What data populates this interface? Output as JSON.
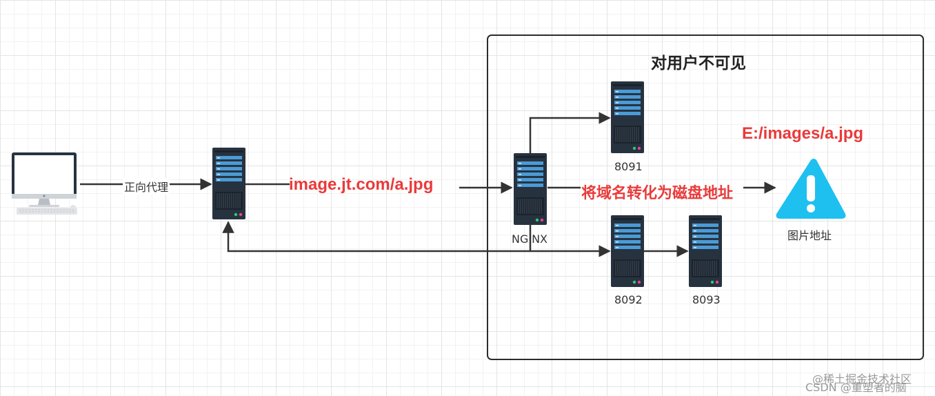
{
  "nodes": {
    "client": {
      "icon": "desktop-computer-icon"
    },
    "proxy": {
      "icon": "server-icon"
    },
    "nginx": {
      "icon": "server-icon",
      "label": "NGINX"
    },
    "s8091": {
      "icon": "server-icon",
      "label": "8091"
    },
    "s8092": {
      "icon": "server-icon",
      "label": "8092"
    },
    "s8093": {
      "icon": "server-icon",
      "label": "8093"
    },
    "image": {
      "icon": "warning-icon",
      "label": "图片地址"
    }
  },
  "group": {
    "title": "对用户不可见"
  },
  "edges": {
    "forward_proxy": "正向代理",
    "request_url": "image.jt.com/a.jpg",
    "domain_to_disk": "将域名转化为磁盘地址"
  },
  "annotations": {
    "disk_path": "E:/images/a.jpg"
  },
  "watermarks": {
    "line1": "@稀土掘金技术社区",
    "line2": "CSDN @重塑者的脑"
  },
  "colors": {
    "accent_red": "#ea3a3a",
    "server_body": "#27323f",
    "server_slot": "#4a9bd6",
    "warning": "#1ec0f0",
    "edge": "#333333"
  }
}
